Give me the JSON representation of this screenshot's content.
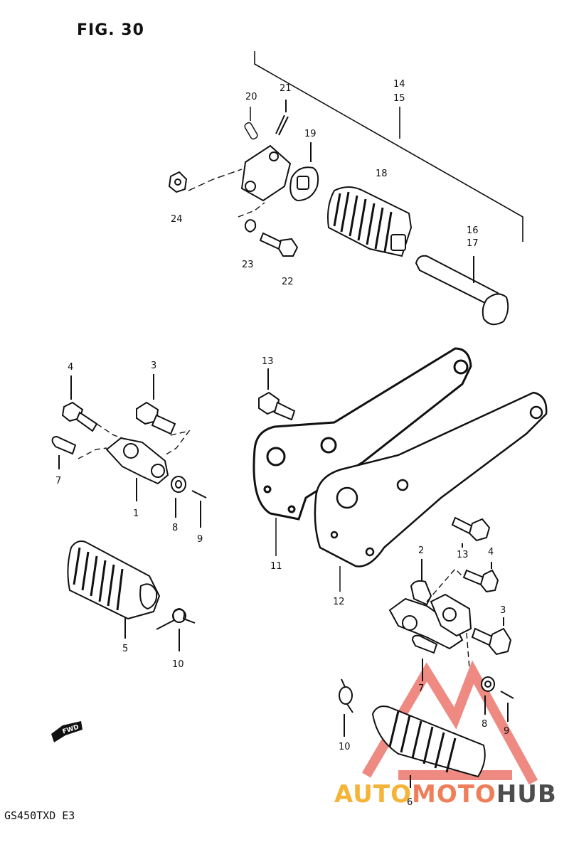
{
  "figure": {
    "title": "FIG. 30",
    "model_code": "GS450TXD  E3",
    "fwd_label": "FWD"
  },
  "watermark": {
    "part1": "AUTO",
    "part2": "MOTO",
    "part3": "HUB",
    "colors": {
      "auto": "#f5b338",
      "moto": "#ef7f5a",
      "hub": "#4d4d4d",
      "triangle": "#ee8a82"
    }
  },
  "callouts": {
    "c1": "1",
    "c2": "2",
    "c3a": "3",
    "c3b": "3",
    "c4a": "4",
    "c4b": "4",
    "c5": "5",
    "c6": "6",
    "c7a": "7",
    "c7b": "7",
    "c8a": "8",
    "c8b": "8",
    "c9a": "9",
    "c9b": "9",
    "c10a": "10",
    "c10b": "10",
    "c11": "11",
    "c12": "12",
    "c13a": "13",
    "c13b": "13",
    "c14": "14",
    "c15": "15",
    "c16": "16",
    "c17": "17",
    "c18": "18",
    "c19": "19",
    "c20": "20",
    "c21": "21",
    "c22": "22",
    "c23": "23",
    "c24": "24"
  }
}
